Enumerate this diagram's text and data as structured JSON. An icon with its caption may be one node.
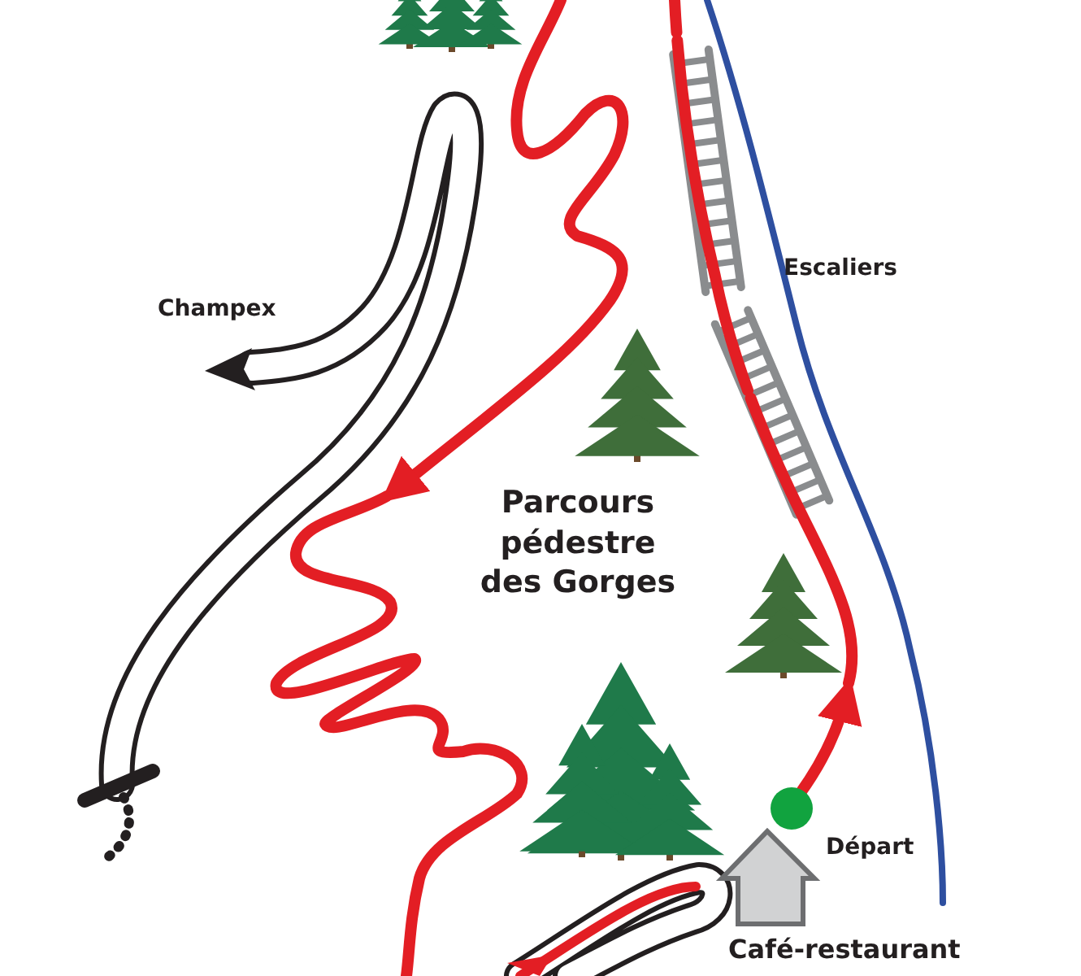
{
  "diagram": {
    "labels": [
      "Champex",
      "Escaliers",
      "Parcours pédestre des Gorges",
      "Départ",
      "Café-restaurant"
    ]
  }
}
